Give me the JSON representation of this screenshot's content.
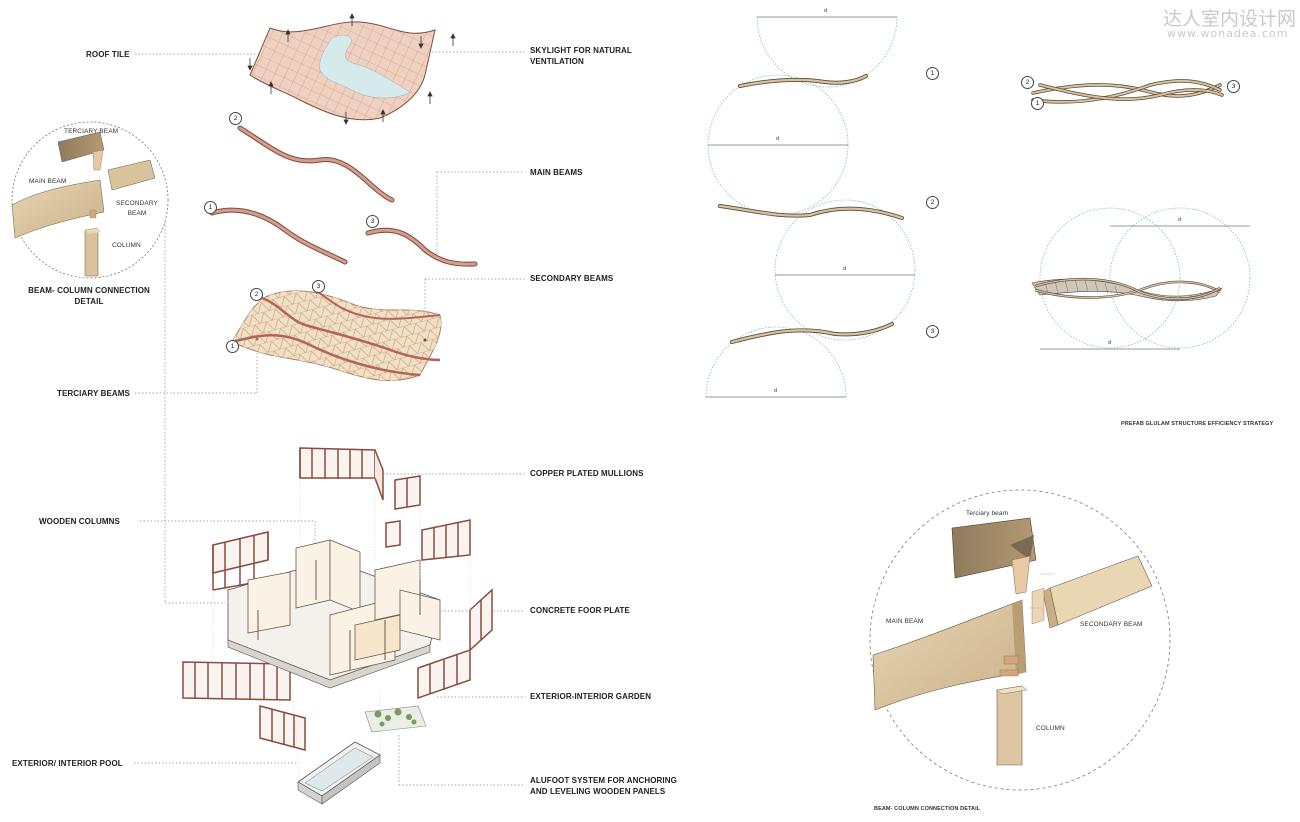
{
  "watermark": {
    "title": "达人室内设计网",
    "url": "www.wonadea.com"
  },
  "exploded_axonometric": {
    "labels": {
      "roof_tile": "ROOF TILE",
      "skylight": "SKYLIGHT FOR NATURAL VENTILATION",
      "main_beams": "MAIN BEAMS",
      "secondary_beams": "SECONDARY  BEAMS",
      "terciary_beams": "TERCIARY BEAMS",
      "copper_mullions": "COPPER PLATED MULLIONS",
      "wooden_columns": "WOODEN COLUMNS",
      "concrete_plate": "CONCRETE FOOR PLATE",
      "garden": "EXTERIOR-INTERIOR GARDEN",
      "pool": "EXTERIOR/ INTERIOR POOL",
      "alufoot": "ALUFOOT SYSTEM FOR ANCHORING AND LEVELING WOODEN PANELS"
    },
    "beam_numbers": [
      "1",
      "2",
      "3"
    ]
  },
  "small_detail": {
    "caption": "BEAM- COLUMN CONNECTION DETAIL",
    "labels": {
      "terciary_beam": "TERCIARY BEAM",
      "main_beam": "MAIN BEAM",
      "secondary_beam": "SECONDARY BEAM",
      "column": "COLUMN"
    }
  },
  "strategy": {
    "caption": "PREFAB GLULAM STRUCTURE EFFICIENCY STRATEGY",
    "dimension_label": "d",
    "numbers": [
      "1",
      "2",
      "3"
    ]
  },
  "large_detail": {
    "caption": "BEAM- COLUMN CONNECTION DETAIL",
    "labels": {
      "terciary_beam": "Terciary beam",
      "main_beam": "MAIN BEAM",
      "secondary_beam": "SECONDARY BEAM",
      "column": "COLUMN"
    }
  },
  "colors": {
    "copper": "#b9786a",
    "copper_fill": "#e8c3b0",
    "wood": "#d6c09a",
    "wood_dark": "#a8906a",
    "teal_dashed": "#7fbfbd",
    "leader": "#8a8a8a",
    "skylight": "#d6ecee"
  }
}
